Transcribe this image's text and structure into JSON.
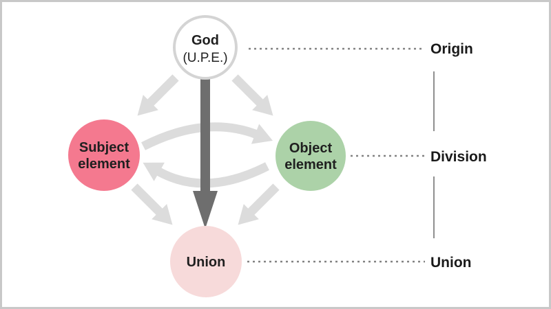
{
  "diagram": {
    "nodes": {
      "god": {
        "line1": "God",
        "line2": "(U.P.E.)",
        "fill": "#ffffff",
        "border": "#d4d4d4"
      },
      "subject": {
        "line1": "Subject",
        "line2": "element",
        "fill": "#f4798f"
      },
      "object": {
        "line1": "Object",
        "line2": "element",
        "fill": "#acd2a8"
      },
      "union": {
        "label": "Union",
        "fill": "#f7dada"
      }
    },
    "stage_labels": {
      "origin": "Origin",
      "division": "Division",
      "union": "Union"
    },
    "arrows": [
      {
        "from": "god",
        "to": "subject",
        "style": "light"
      },
      {
        "from": "god",
        "to": "object",
        "style": "light"
      },
      {
        "from": "god",
        "to": "union",
        "style": "dark"
      },
      {
        "from": "subject",
        "to": "object",
        "style": "light-curved"
      },
      {
        "from": "object",
        "to": "subject",
        "style": "light-curved"
      },
      {
        "from": "subject",
        "to": "union",
        "style": "light"
      },
      {
        "from": "object",
        "to": "union",
        "style": "light"
      }
    ],
    "colors": {
      "arrow_light": "#dcdcdc",
      "arrow_dark": "#6e6e6e",
      "dotted_line": "#828282",
      "connector_line": "#8f8f8f",
      "text": "#1f1f1f",
      "frame_border": "#c8c8c8"
    }
  }
}
